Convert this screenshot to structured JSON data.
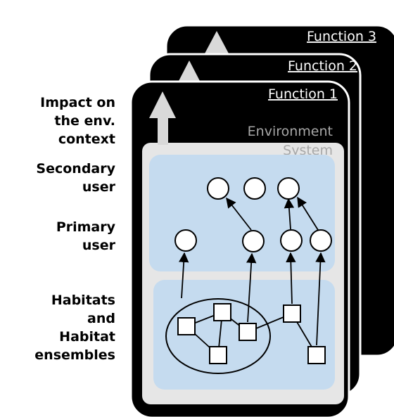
{
  "cards": {
    "function_3": "Function 3",
    "function_2": "Function 2",
    "function_1": "Function 1"
  },
  "environment_label_line1": "Environment",
  "environment_label_line2": "System",
  "left_labels": {
    "impact": "Impact on\nthe env.\ncontext",
    "secondary": "Secondary\nuser",
    "primary": "Primary\nuser",
    "habitats": "Habitats\nand\nHabitat\nensembles"
  }
}
